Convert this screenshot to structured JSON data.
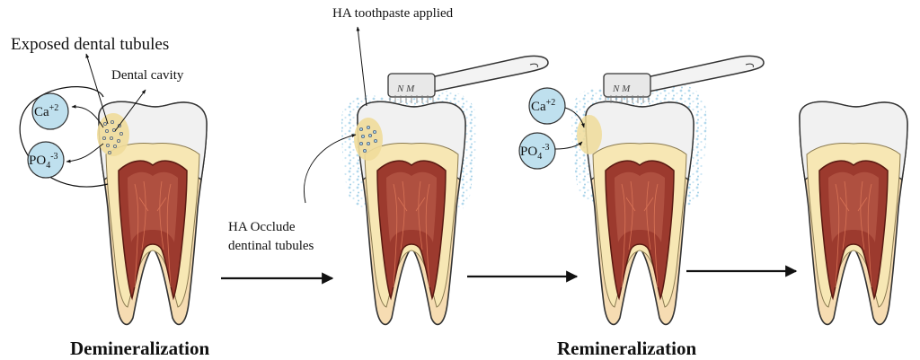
{
  "labels": {
    "exposed_tubules": "Exposed dental tubules",
    "dental_cavity": "Dental cavity",
    "toothpaste_applied": "HA toothpaste applied",
    "occlude_line1": "HA Occlude",
    "occlude_line2": "dentinal tubules"
  },
  "stages": {
    "demineralization": "Demineralization",
    "remineralization": "Remineralization"
  },
  "ions": {
    "calcium": {
      "symbol": "Ca",
      "charge": "+2"
    },
    "phosphate": {
      "symbol": "PO",
      "subscript": "4",
      "charge": "-3"
    }
  },
  "brush_bristle_text": "N M",
  "colors": {
    "enamel": "#f1f1f1",
    "dentin": "#f7e7b4",
    "root": "#f6dcb2",
    "pulp": "#9c3a2e",
    "pulp_outline": "#5a1a12",
    "ion_fill": "#bfe0ee",
    "paste": "#a9d4ea",
    "arrow": "#111111"
  }
}
